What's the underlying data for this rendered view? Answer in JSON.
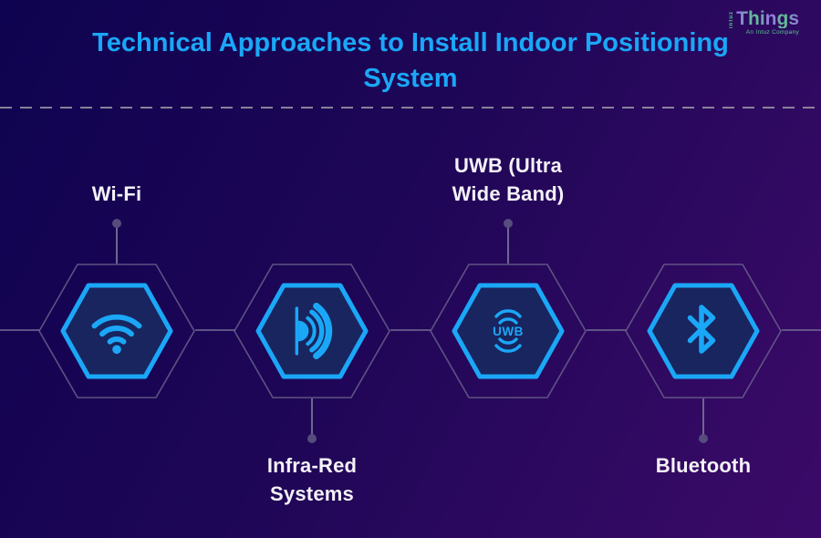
{
  "header": {
    "title": "Technical Approaches to Install Indoor Positioning System",
    "logo": {
      "brand": "Things",
      "vertical_text": "intuz",
      "tagline": "An Intuz Company"
    }
  },
  "nodes": [
    {
      "id": "wifi",
      "label": "Wi-Fi",
      "label_position": "top",
      "icon": "wifi-icon"
    },
    {
      "id": "infra-red",
      "label": "Infra-Red Systems",
      "label_position": "bottom",
      "icon": "infrared-icon"
    },
    {
      "id": "uwb",
      "label": "UWB (Ultra Wide Band)",
      "label_position": "top",
      "icon": "uwb-icon",
      "icon_text": "UWB"
    },
    {
      "id": "bluetooth",
      "label": "Bluetooth",
      "label_position": "bottom",
      "icon": "bluetooth-icon"
    }
  ],
  "colors": {
    "bgDark": "#0E0350",
    "bgMid": "#1E0656",
    "bgViolet": "#3B0A68",
    "accent": "#1BA7F7",
    "hexLine": "#6E6690",
    "innerFill": "#19255F",
    "labelText": "#F4F2F8",
    "dashLine": "#9C97A6",
    "dotFill": "#564C7D",
    "logoGreen": "#58C98A",
    "logoPurple": "#9A6FE6"
  }
}
